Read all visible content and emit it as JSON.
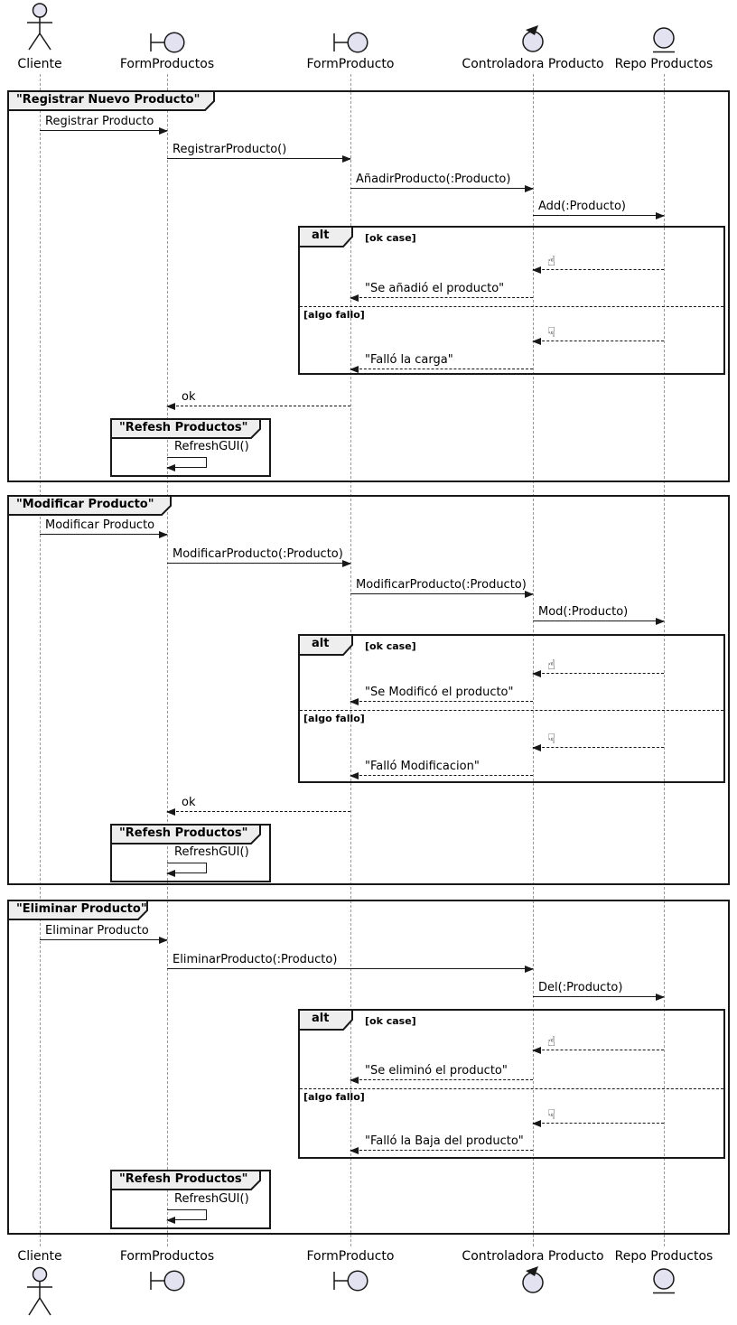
{
  "participants": [
    {
      "label": "Cliente",
      "type": "actor"
    },
    {
      "label": "FormProductos",
      "type": "boundary"
    },
    {
      "label": "FormProducto",
      "type": "boundary"
    },
    {
      "label": "Controladora Producto",
      "type": "control"
    },
    {
      "label": "Repo Productos",
      "type": "entity"
    }
  ],
  "colors": {
    "stroke": "#181818",
    "icon_fill": "#E2E2F0",
    "frame_header_fill": "#EEEEEE",
    "lifeline": "#999999",
    "background": "#FFFFFF"
  },
  "groups": [
    {
      "title": "\"Registrar Nuevo Producto\"",
      "calls": [
        "Registrar Producto",
        "RegistrarProducto()",
        "AñadirProducto(:Producto)",
        "Add(:Producto)"
      ],
      "alt": {
        "keyword": "alt",
        "ok_guard": "[ok case]",
        "ok_icon_glyph": "☝",
        "ok_reply": "\"Se añadió el producto\"",
        "fail_guard": "[algo fallo]",
        "fail_icon_glyph": "☟",
        "fail_reply": "\"Falló la carga\""
      },
      "return_ok": "ok",
      "refresh": {
        "title": "\"Refesh Productos\"",
        "call": "RefreshGUI()"
      }
    },
    {
      "title": "\"Modificar Producto\"",
      "calls": [
        "Modificar Producto",
        "ModificarProducto(:Producto)",
        "ModificarProducto(:Producto)",
        "Mod(:Producto)"
      ],
      "alt": {
        "keyword": "alt",
        "ok_guard": "[ok case]",
        "ok_icon_glyph": "☝",
        "ok_reply": "\"Se Modificó el producto\"",
        "fail_guard": "[algo fallo]",
        "fail_icon_glyph": "☟",
        "fail_reply": "\"Falló Modificacion\""
      },
      "return_ok": "ok",
      "refresh": {
        "title": "\"Refesh Productos\"",
        "call": "RefreshGUI()"
      }
    },
    {
      "title": "\"Eliminar Producto\"",
      "calls": [
        "Eliminar Producto",
        "EliminarProducto(:Producto)",
        "Del(:Producto)"
      ],
      "alt": {
        "keyword": "alt",
        "ok_guard": "[ok case]",
        "ok_icon_glyph": "☝",
        "ok_reply": "\"Se eliminó el producto\"",
        "fail_guard": "[algo fallo]",
        "fail_icon_glyph": "☟",
        "fail_reply": "\"Falló la Baja del producto\""
      },
      "refresh": {
        "title": "\"Refesh Productos\"",
        "call": "RefreshGUI()"
      }
    }
  ]
}
